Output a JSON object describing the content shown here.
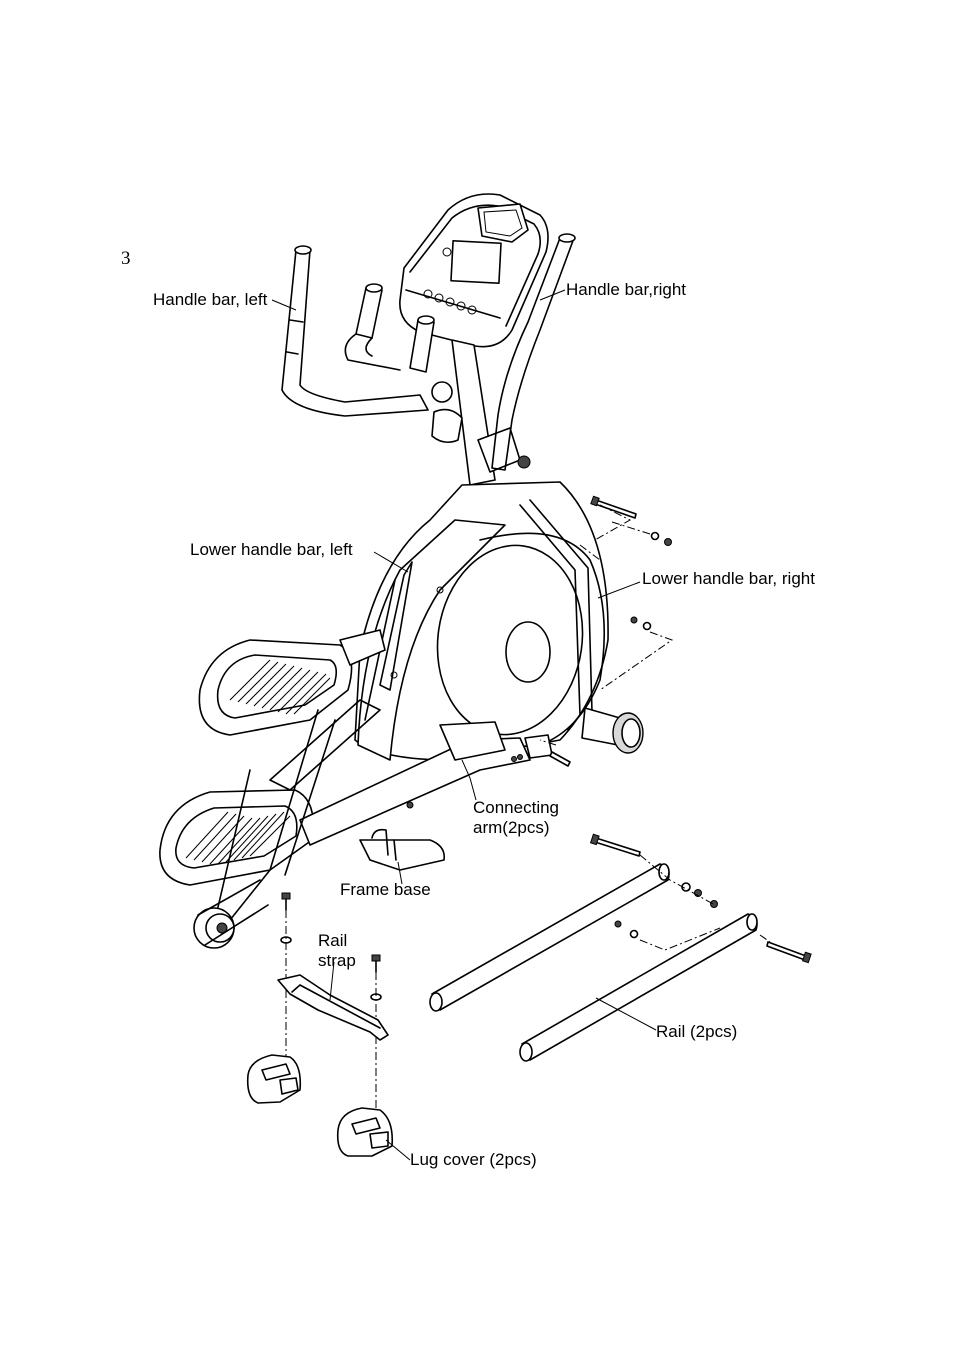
{
  "step_number": "3",
  "labels": {
    "handle_bar_left": "Handle bar, left",
    "handle_bar_right": "Handle bar,right",
    "lower_handle_bar_left": "Lower handle bar, left",
    "lower_handle_bar_right": "Lower handle bar, right",
    "connecting_arm_line1": "Connecting",
    "connecting_arm_line2": "arm(2pcs)",
    "frame_base": "Frame base",
    "rail_strap_line1": "Rail",
    "rail_strap_line2": "strap",
    "rail": "Rail (2pcs)",
    "lug_cover": "Lug cover (2pcs)"
  }
}
